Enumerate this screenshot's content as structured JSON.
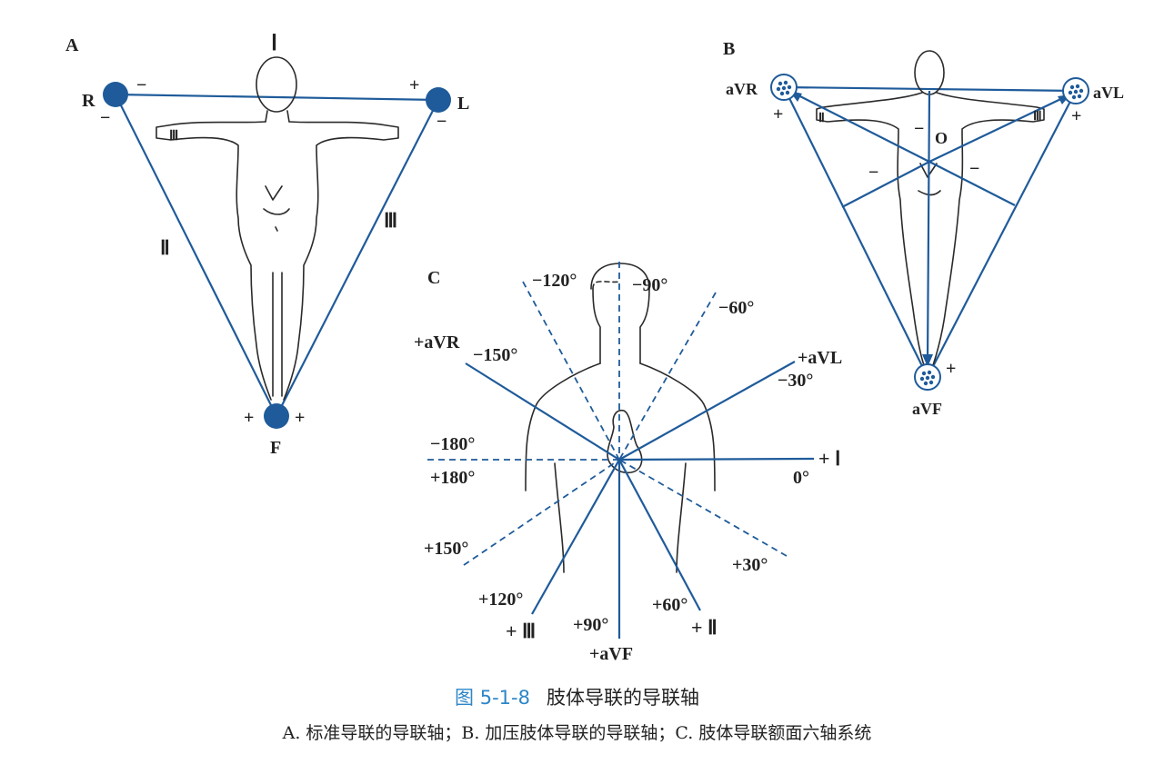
{
  "panel_a": {
    "label": "A",
    "lead_I": "Ⅰ",
    "lead_II": "Ⅱ",
    "lead_III": "Ⅲ",
    "lead_III_arm": "Ⅲ",
    "electrode_R": "R",
    "electrode_L": "L",
    "electrode_F": "F",
    "sign_minus": "−",
    "sign_plus": "+",
    "electrode_color": "#1f5b9a"
  },
  "panel_b": {
    "label": "B",
    "aVR": "aVR",
    "aVL": "aVL",
    "aVF": "aVF",
    "center": "O",
    "sign_minus": "−",
    "sign_plus": "+",
    "arm_mark_left": "Ⅱ",
    "arm_mark_right": "Ⅲ"
  },
  "panel_c": {
    "label": "C",
    "axes": {
      "neg120": "−120°",
      "neg90": "−90°",
      "neg60": "−60°",
      "aVR": "+aVR",
      "neg150": "−150°",
      "aVL": "+aVL",
      "neg30": "−30°",
      "neg180": "−180°",
      "pos180": "+180°",
      "lead_I": "+ Ⅰ",
      "zero": "0°",
      "pos150": "+150°",
      "pos30": "+30°",
      "pos120": "+120°",
      "lead_III": "+ Ⅲ",
      "pos90": "+90°",
      "aVF": "+aVF",
      "pos60": "+60°",
      "lead_II": "+ Ⅱ"
    }
  },
  "caption": {
    "figure_number": "图 5-1-8",
    "title": "肢体导联的导联轴",
    "subtitle": "A. 标准导联的导联轴；B. 加压肢体导联的导联轴；C. 肢体导联额面六轴系统"
  },
  "colors": {
    "lead_line": "#1f5b9a",
    "caption_accent": "#2e86c7"
  }
}
